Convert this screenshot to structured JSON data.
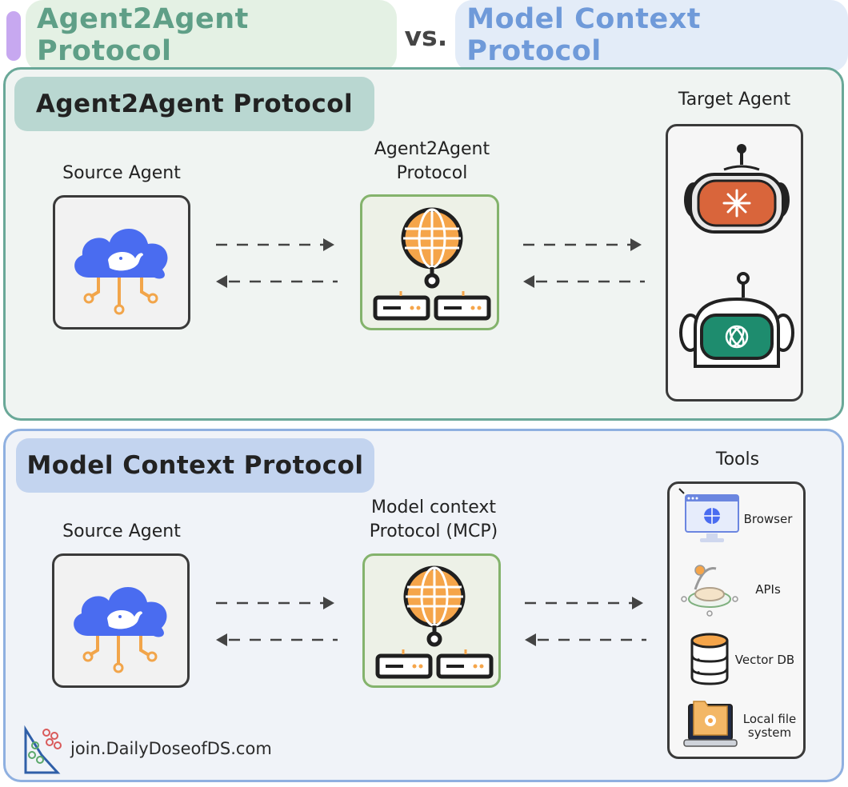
{
  "header": {
    "title_a2a": "Agent2Agent Protocol",
    "vs": "vs.",
    "title_mcp": "Model Context Protocol"
  },
  "a2a_section": {
    "label": "Agent2Agent Protocol",
    "source_caption": "Source Agent",
    "protocol_caption_line1": "Agent2Agent",
    "protocol_caption_line2": "Protocol",
    "target_caption": "Target Agent"
  },
  "mcp_section": {
    "label": "Model Context Protocol",
    "source_caption": "Source Agent",
    "protocol_caption_line1": "Model context",
    "protocol_caption_line2": "Protocol (MCP)",
    "tools_caption": "Tools",
    "tools": [
      {
        "label_line1": "Browser",
        "label_line2": ""
      },
      {
        "label_line1": "APIs",
        "label_line2": ""
      },
      {
        "label_line1": "Vector DB",
        "label_line2": ""
      },
      {
        "label_line1": "Local file",
        "label_line2": "system"
      }
    ]
  },
  "footer": {
    "text": "join.DailyDoseofDS.com"
  },
  "colors": {
    "a2a_border": "#6aa898",
    "mcp_border": "#8fb0e0",
    "cloud_blue": "#4a6cf0",
    "globe_orange": "#f5a54a",
    "claude_orange": "#d9653b",
    "openai_green": "#1e8c6e"
  }
}
